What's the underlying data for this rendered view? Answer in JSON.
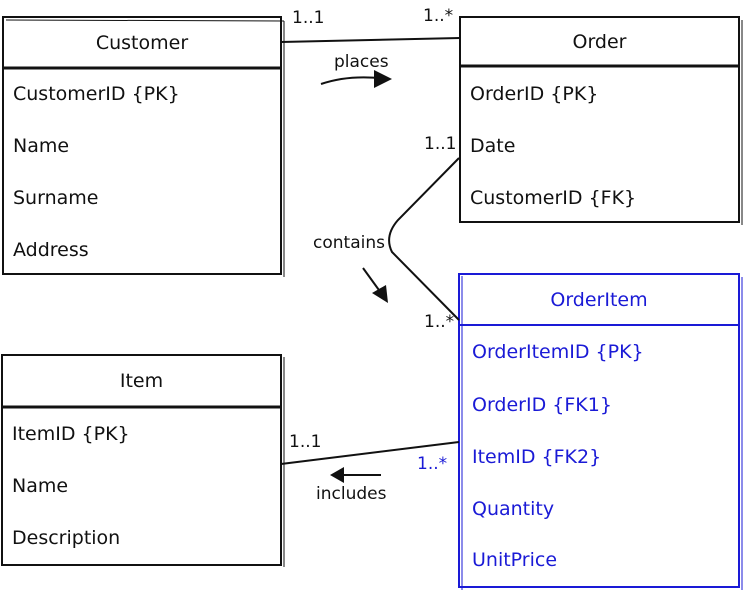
{
  "entities": {
    "customer": {
      "title": "Customer",
      "attributes": [
        "CustomerID {PK}",
        "Name",
        "Surname",
        "Address"
      ]
    },
    "order": {
      "title": "Order",
      "attributes": [
        "OrderID {PK}",
        "Date",
        "CustomerID {FK}"
      ]
    },
    "orderitem": {
      "title": "OrderItem",
      "attributes": [
        "OrderItemID {PK}",
        "OrderID {FK1}",
        "ItemID {FK2}",
        "Quantity",
        "UnitPrice"
      ]
    },
    "item": {
      "title": "Item",
      "attributes": [
        "ItemID {PK}",
        "Name",
        "Description"
      ]
    }
  },
  "relationships": {
    "places": {
      "label": "places",
      "mult_customer": "1..1",
      "mult_order": "1..*"
    },
    "contains": {
      "label": "contains",
      "mult_order": "1..1",
      "mult_orderitem": "1..*"
    },
    "includes": {
      "label": "includes",
      "mult_item": "1..1",
      "mult_orderitem": "1..*"
    }
  },
  "colors": {
    "ink": "#111111",
    "highlight": "#1a1ad6"
  }
}
